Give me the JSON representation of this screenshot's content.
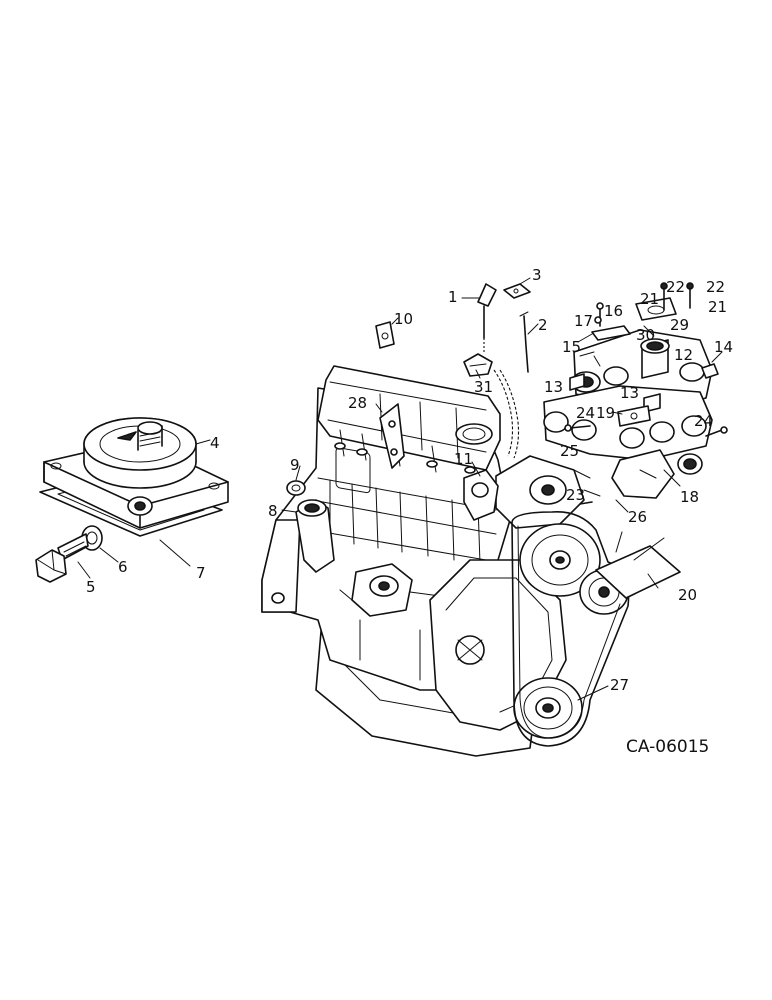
{
  "diagram": {
    "reference_code": "CA-06015",
    "callouts": [
      {
        "id": "c1",
        "label": "1"
      },
      {
        "id": "c2",
        "label": "2"
      },
      {
        "id": "c3",
        "label": "3"
      },
      {
        "id": "c4",
        "label": "4"
      },
      {
        "id": "c5",
        "label": "5"
      },
      {
        "id": "c6",
        "label": "6"
      },
      {
        "id": "c7",
        "label": "7"
      },
      {
        "id": "c8",
        "label": "8"
      },
      {
        "id": "c9",
        "label": "9"
      },
      {
        "id": "c10",
        "label": "10"
      },
      {
        "id": "c11",
        "label": "11"
      },
      {
        "id": "c12",
        "label": "12"
      },
      {
        "id": "c13a",
        "label": "13"
      },
      {
        "id": "c13b",
        "label": "13"
      },
      {
        "id": "c14",
        "label": "14"
      },
      {
        "id": "c15",
        "label": "15"
      },
      {
        "id": "c16",
        "label": "16"
      },
      {
        "id": "c17",
        "label": "17"
      },
      {
        "id": "c18",
        "label": "18"
      },
      {
        "id": "c19",
        "label": "19"
      },
      {
        "id": "c20",
        "label": "20"
      },
      {
        "id": "c21a",
        "label": "21"
      },
      {
        "id": "c21b",
        "label": "21"
      },
      {
        "id": "c22a",
        "label": "22"
      },
      {
        "id": "c22b",
        "label": "22"
      },
      {
        "id": "c23",
        "label": "23"
      },
      {
        "id": "c24a",
        "label": "24"
      },
      {
        "id": "c24b",
        "label": "24"
      },
      {
        "id": "c25",
        "label": "25"
      },
      {
        "id": "c26",
        "label": "26"
      },
      {
        "id": "c27",
        "label": "27"
      },
      {
        "id": "c28",
        "label": "28"
      },
      {
        "id": "c29",
        "label": "29"
      },
      {
        "id": "c30",
        "label": "30"
      },
      {
        "id": "c31",
        "label": "31"
      }
    ]
  }
}
